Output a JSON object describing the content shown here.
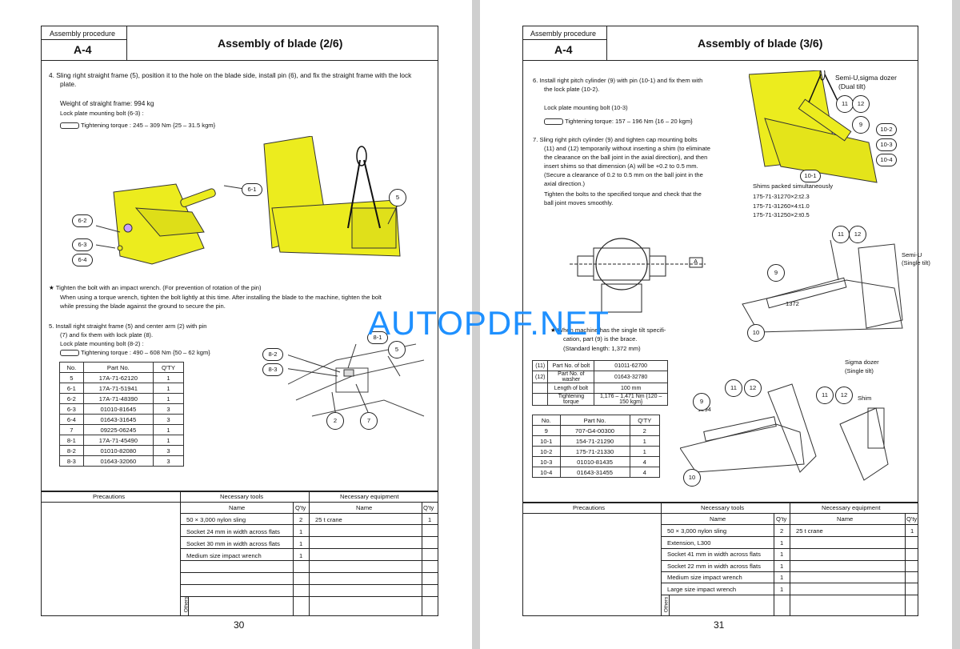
{
  "left": {
    "header": {
      "label": "Assembly procedure",
      "code": "A-4",
      "title": "Assembly of blade (2/6)"
    },
    "step4": {
      "text1": "4.   Sling right straight frame (5), position it to the hole on the blade side, install pin (6), and fix the straight frame with the lock",
      "text2": "plate.",
      "weight": "Weight of straight frame: 994 kg",
      "bolt": "Lock plate mounting bolt (6-3) :",
      "torque": "Tightening torque : 245 – 309 Nm     {25 – 31.5 kgm}"
    },
    "callouts1": [
      "6-1",
      "5",
      "6-2",
      "6-3",
      "6-4"
    ],
    "note": {
      "l1": "★  Tighten the bolt with an impact wrench. (For prevention of rotation of the pin)",
      "l2": "When using a torque wrench, tighten the bolt lightly at this time. After installing the blade to the machine, tighten the bolt",
      "l3": "while pressing the blade against the ground to secure the pin."
    },
    "step5": {
      "l1": "5.   Install right straight frame (5) and center arm (2) with pin",
      "l2": "(7) and fix them with lock plate (8).",
      "l3": "Lock plate mounting bolt (8-2) :",
      "torque": "Tightening torque : 490 – 608 Nm {50 – 62 kgm}"
    },
    "callouts2": [
      "8-2",
      "8-3",
      "8-1",
      "5",
      "2",
      "7"
    ],
    "parts_header": [
      "No.",
      "Part No.",
      "Q'TY"
    ],
    "parts": [
      [
        "5",
        "17A-71-62120",
        "1"
      ],
      [
        "6-1",
        "17A-71-51941",
        "1"
      ],
      [
        "6-2",
        "17A-71-48390",
        "1"
      ],
      [
        "6-3",
        "01010-81645",
        "3"
      ],
      [
        "6-4",
        "01643-31645",
        "3"
      ],
      [
        "7",
        "09225-06245",
        "1"
      ],
      [
        "8-1",
        "17A-71-45490",
        "1"
      ],
      [
        "8-2",
        "01010-82080",
        "3"
      ],
      [
        "8-3",
        "01643-32060",
        "3"
      ]
    ],
    "footer": {
      "precautions": "Precautions",
      "tools": "Necessary tools",
      "equipment": "Necessary equipment",
      "name": "Name",
      "qty": "Q'ty",
      "tool_rows": [
        [
          "50 × 3,000 nylon sling",
          "2"
        ],
        [
          "Socket 24 mm in width across flats",
          "1"
        ],
        [
          "Socket 30 mm in width across flats",
          "1"
        ],
        [
          "Medium size impact wrench",
          "1"
        ]
      ],
      "equip_rows": [
        [
          "25 t crane",
          "1"
        ]
      ],
      "others": "Others"
    },
    "page_number": "30"
  },
  "right": {
    "header": {
      "label": "Assembly procedure",
      "code": "A-4",
      "title": "Assembly of blade (3/6)"
    },
    "step6": {
      "l1": "6.   Install right pitch cylinder (9) with pin (10-1) and fix them with",
      "l2": "the lock plate (10-2).",
      "bolt": "Lock plate mounting bolt (10-3)",
      "torque": "Tightening torque: 157 – 196 Nm {16 – 20 kgm}"
    },
    "step7": {
      "l1": "7.   Sling right pitch cylinder (9) and tighten cap mounting bolts",
      "l2": "(11) and (12) temporarily without inserting a shim (to eliminate",
      "l3": "the clearance on the ball joint in the axial direction), and then",
      "l4": "insert shims so that dimension (A) will be +0.2 to 0.5 mm.",
      "l5": "(Secure a clearance of 0.2 to 0.5 mm on the ball joint in the",
      "l6": "axial direction.)",
      "l7": "Tighten the bolts to the specified torque and check that the",
      "l8": "ball joint moves smoothly."
    },
    "fig1": {
      "label1": "Semi-U,sigma dozer",
      "label2": "(Dual tilt)",
      "shim1": "Shims packed simultaneously",
      "shim2": "175-71-31270×2:t2.3",
      "shim3": "175-71-31260×4:t1.0",
      "shim4": "175-71-31250×2:t0.5",
      "callouts": [
        "11",
        "12",
        "9",
        "10-2",
        "10-3",
        "10-4",
        "10-1"
      ]
    },
    "fig2": {
      "a": "A"
    },
    "fig3": {
      "label1": "Semi-U",
      "label2": "(Single tilt)",
      "dim": "1372",
      "callouts": [
        "11",
        "12",
        "9",
        "10"
      ]
    },
    "note": {
      "l1": "★  When machine has the single tilt specifi-",
      "l2": "cation, part (9) is the brace.",
      "l3": "(Standard length: 1,372 mm)"
    },
    "bolt_table": [
      [
        "(11)",
        "Part No. of bolt",
        "01011-62700"
      ],
      [
        "(12)",
        "Part No. of washer",
        "01643-32780"
      ],
      [
        "",
        "Length of bolt",
        "100 mm"
      ],
      [
        "",
        "Tightening torque",
        "1,176 – 1,471 Nm {120 – 150 kgm}"
      ]
    ],
    "parts_header": [
      "No.",
      "Part No.",
      "Q'TY"
    ],
    "parts": [
      [
        "9",
        "707-G4-00300",
        "2"
      ],
      [
        "10-1",
        "154-71-21290",
        "1"
      ],
      [
        "10-2",
        "175-71-21330",
        "1"
      ],
      [
        "10-3",
        "01010-81435",
        "4"
      ],
      [
        "10-4",
        "01643-31455",
        "4"
      ]
    ],
    "fig4": {
      "label1": "Sigma dozer",
      "label2": "(Single tilt)",
      "dim": "1294",
      "shim": "Shim",
      "callouts": [
        "11",
        "12",
        "9",
        "10",
        "11",
        "12"
      ]
    },
    "footer": {
      "precautions": "Precautions",
      "tools": "Necessary tools",
      "equipment": "Necessary equipment",
      "name": "Name",
      "qty": "Q'ty",
      "tool_rows": [
        [
          "50 × 3,000 nylon sling",
          "2"
        ],
        [
          "Extension, L300",
          "1"
        ],
        [
          "Socket 41 mm in width across flats",
          "1"
        ],
        [
          "Socket 22 mm in width across flats",
          "1"
        ],
        [
          "Medium size impact wrench",
          "1"
        ],
        [
          "Large size impact wrench",
          "1"
        ]
      ],
      "equip_rows": [
        [
          "25 t crane",
          "1"
        ]
      ],
      "others": "Others"
    },
    "page_number": "31"
  },
  "watermark": "AUTOPDF.NET",
  "colors": {
    "part_yellow": "#ecec1e",
    "watermark": "#1e90ff"
  }
}
